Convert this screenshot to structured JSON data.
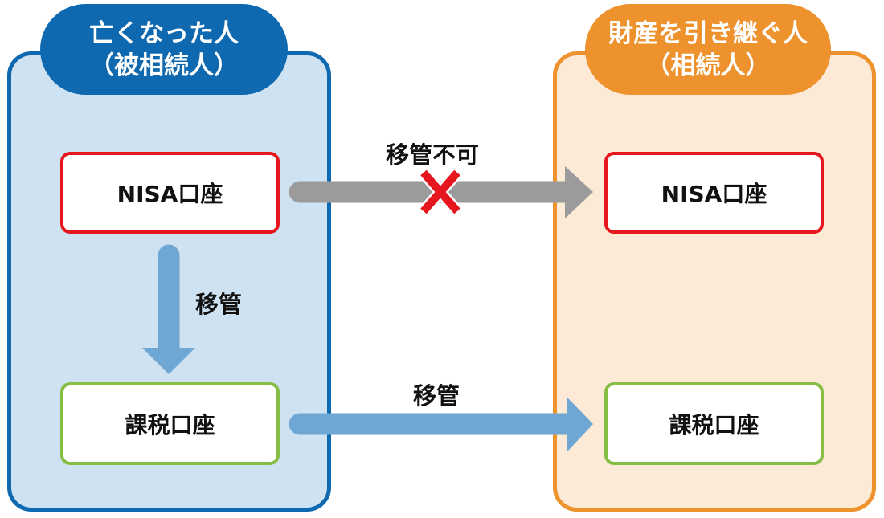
{
  "deceased": {
    "title_line1": "亡くなった人",
    "title_line2": "（被相続人）",
    "color": "#0e69b0",
    "fill": "#cfe2f1",
    "accounts": {
      "nisa": "NISA口座",
      "taxable": "課税口座"
    }
  },
  "heir": {
    "title_line1": "財産を引き継ぐ人",
    "title_line2": "（相続人）",
    "color": "#ee922d",
    "fill": "#fce9d6",
    "accounts": {
      "nisa": "NISA口座",
      "taxable": "課税口座"
    }
  },
  "flows": {
    "nisa_to_nisa": {
      "label": "移管不可",
      "allowed": false,
      "icon": "cross-icon",
      "color": "#9b9b9b"
    },
    "nisa_to_taxable": {
      "label": "移管",
      "allowed": true,
      "color": "#6ea6d4"
    },
    "taxable_to_taxable": {
      "label": "移管",
      "allowed": true,
      "color": "#6ea6d4"
    }
  },
  "colors": {
    "nisa_border": "#e5161d",
    "taxable_border": "#86bd45",
    "cross": "#e5161d"
  }
}
